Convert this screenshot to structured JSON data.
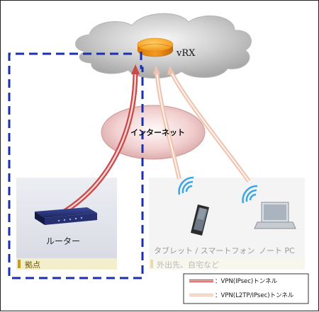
{
  "cloud": {
    "vrx_label": "vRX"
  },
  "internet": {
    "label": "インターネット"
  },
  "site": {
    "title": "拠点",
    "router_label": "ルーター"
  },
  "mobile": {
    "title": "外出先、自宅など",
    "tablet_label": "タブレット / スマートフォン",
    "pc_label": "ノート PC"
  },
  "legend": {
    "ipsec_label": "：VPN(IPsec)トンネル",
    "l2tp_label": "：VPN(L2TP/IPsec)トンネル"
  },
  "colors": {
    "vpn_group_border": "#1a2fb0",
    "ipsec_tunnel": "#c04040",
    "l2tp_tunnel": "#f0b8a0",
    "vrx_device": "#f5a020",
    "site_box": "#e0e3ea",
    "site_title_bar": "#f3eecc",
    "mobile_box": "#f4f4f4"
  }
}
